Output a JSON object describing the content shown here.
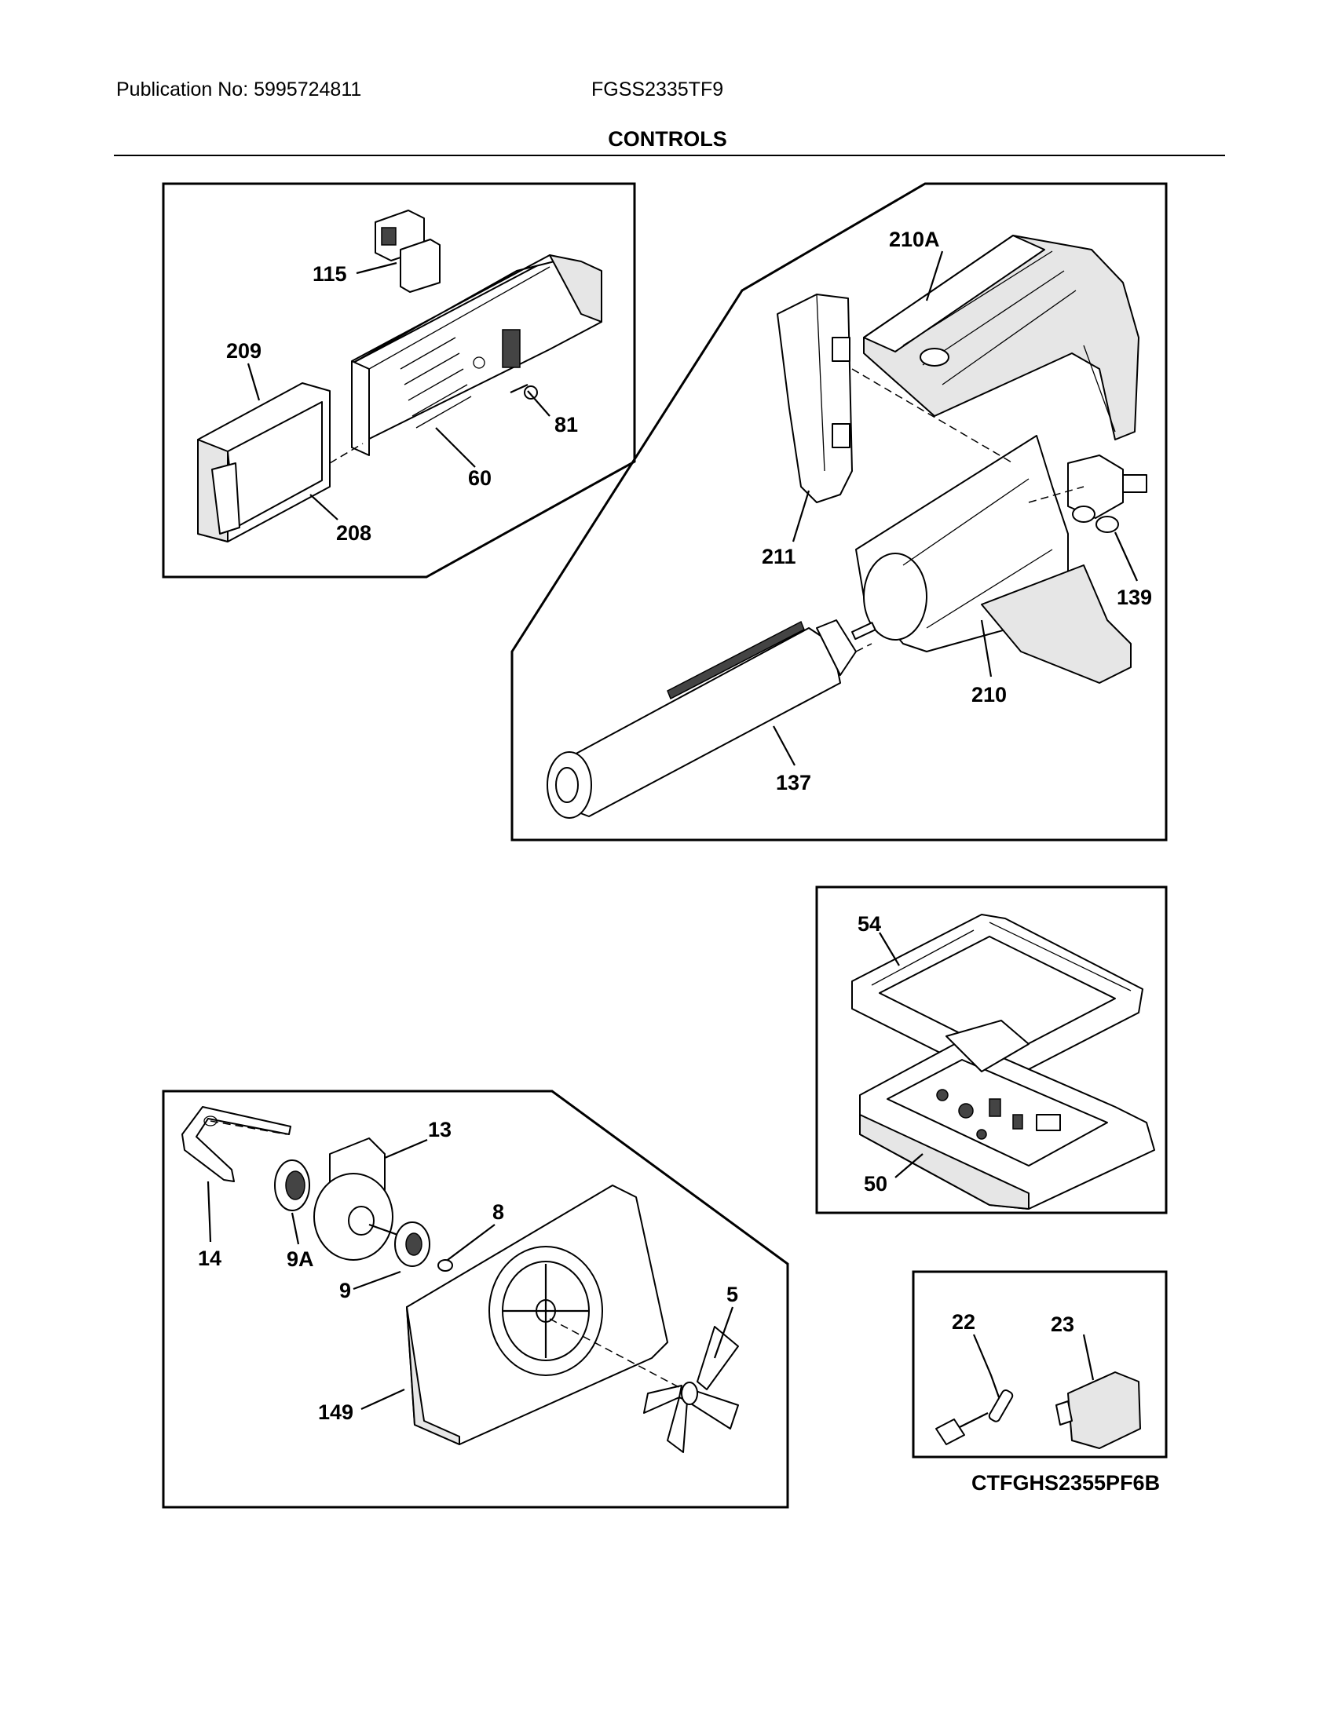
{
  "header": {
    "publication": "Publication No: 5995724811",
    "model": "FGSS2335TF9",
    "section": "CONTROLS"
  },
  "labels": {
    "p115": "115",
    "p209": "209",
    "p81": "81",
    "p60": "60",
    "p208": "208",
    "p210A": "210A",
    "p211": "211",
    "p139": "139",
    "p210": "210",
    "p137": "137",
    "p54": "54",
    "p50": "50",
    "p13": "13",
    "p14": "14",
    "p9A": "9A",
    "p8": "8",
    "p9": "9",
    "p5": "5",
    "p149": "149",
    "p22": "22",
    "p23": "23"
  },
  "footer": {
    "catalog": "CTFGHS2355PF6B"
  }
}
